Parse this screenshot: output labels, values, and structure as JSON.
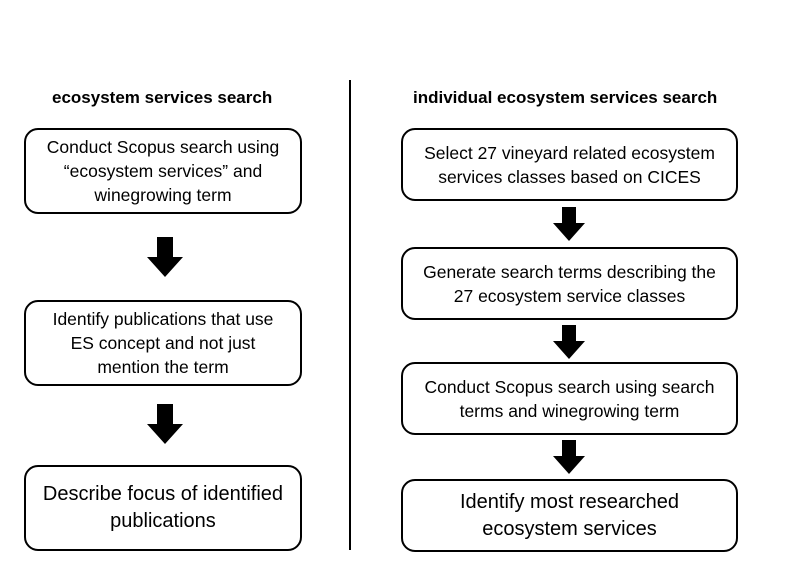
{
  "left_column": {
    "heading": "ecosystem services search",
    "steps": [
      {
        "lines": [
          "Conduct Scopus search using",
          "“ecosystem services” and",
          "winegrowing term"
        ]
      },
      {
        "lines": [
          "Identify publications that use",
          "ES concept and not just",
          "mention the term"
        ]
      },
      {
        "lines": [
          "Describe focus of identified",
          "publications"
        ]
      }
    ]
  },
  "right_column": {
    "heading": "individual ecosystem services search",
    "steps": [
      {
        "lines": [
          "Select 27 vineyard related ecosystem",
          "services classes based on CICES"
        ]
      },
      {
        "lines": [
          "Generate search terms describing the",
          "27 ecosystem service classes"
        ]
      },
      {
        "lines": [
          "Conduct Scopus search using search",
          "terms and winegrowing term"
        ]
      },
      {
        "lines": [
          "Identify most researched",
          "ecosystem services"
        ]
      }
    ]
  }
}
